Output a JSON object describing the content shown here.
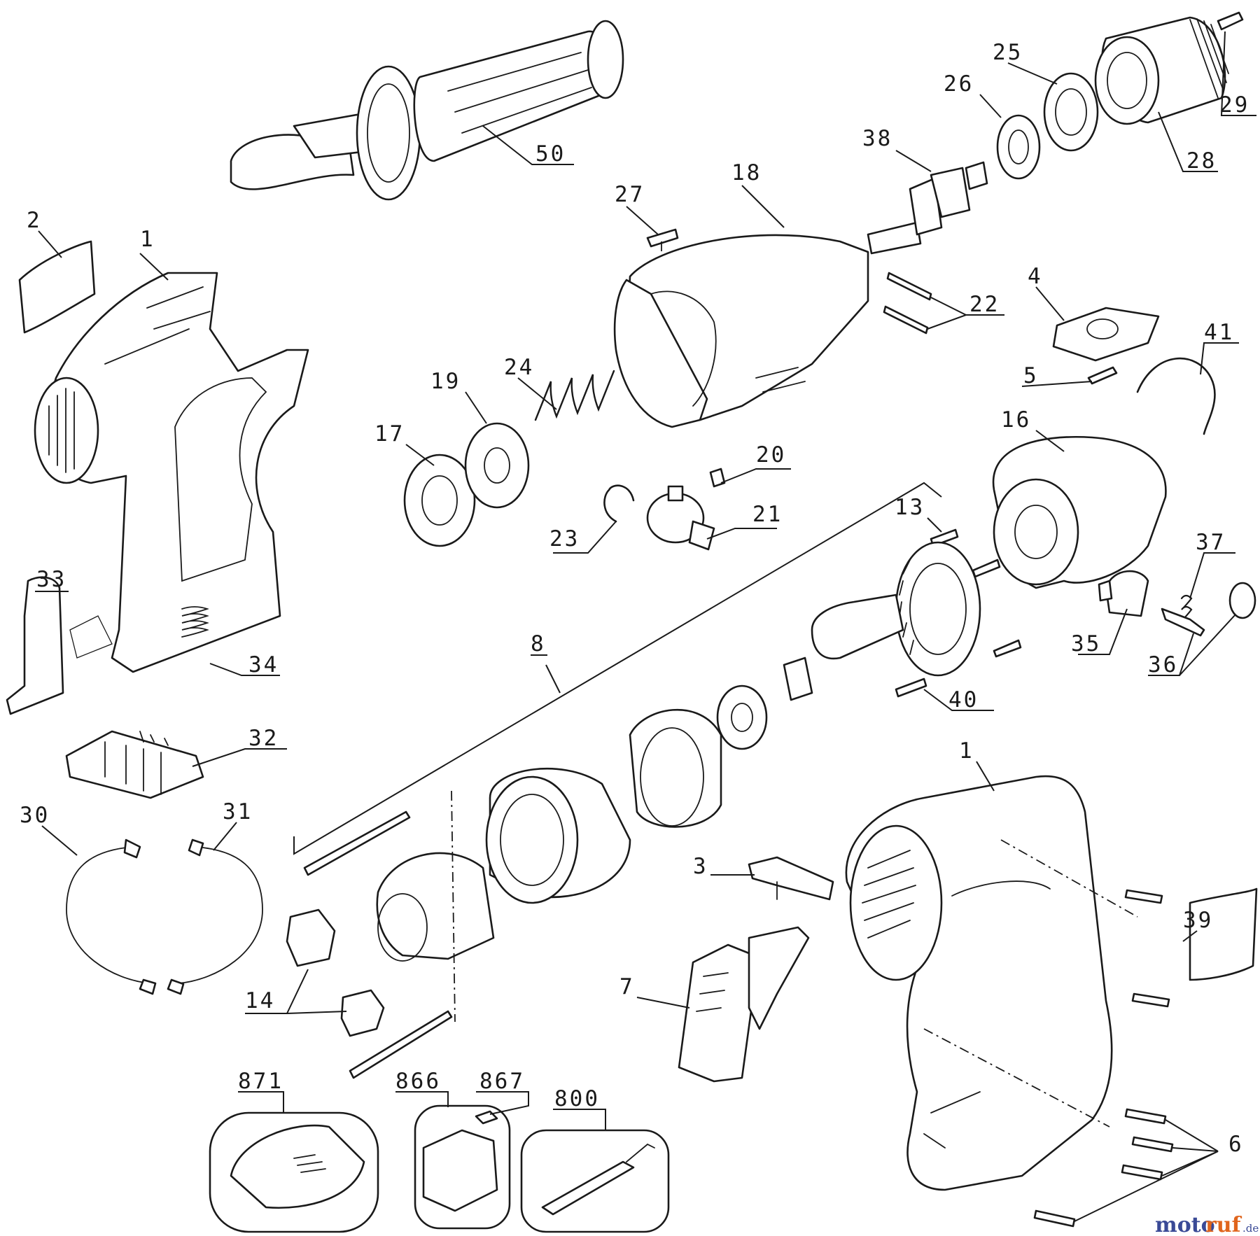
{
  "callouts": {
    "c1a": "1",
    "c1b": "1",
    "c2": "2",
    "c3": "3",
    "c4": "4",
    "c5": "5",
    "c6": "6",
    "c7": "7",
    "c8": "8",
    "c13": "13",
    "c14": "14",
    "c16": "16",
    "c17": "17",
    "c18": "18",
    "c19": "19",
    "c20": "20",
    "c21": "21",
    "c22": "22",
    "c23": "23",
    "c24": "24",
    "c25": "25",
    "c26": "26",
    "c27": "27",
    "c28": "28",
    "c29": "29",
    "c30": "30",
    "c31": "31",
    "c32": "32",
    "c33": "33",
    "c34": "34",
    "c35": "35",
    "c36": "36",
    "c37": "37",
    "c38": "38",
    "c39": "39",
    "c40": "40",
    "c41": "41",
    "c50": "50",
    "c800": "800",
    "c866": "866",
    "c867": "867",
    "c871": "871"
  },
  "watermark": {
    "brand_a": "moto",
    "brand_b": "ruf",
    "tld": ".de"
  },
  "colors": {
    "line": "#1a1a1a",
    "brand_blue": "#3a4a96",
    "brand_orange": "#e0651d"
  }
}
